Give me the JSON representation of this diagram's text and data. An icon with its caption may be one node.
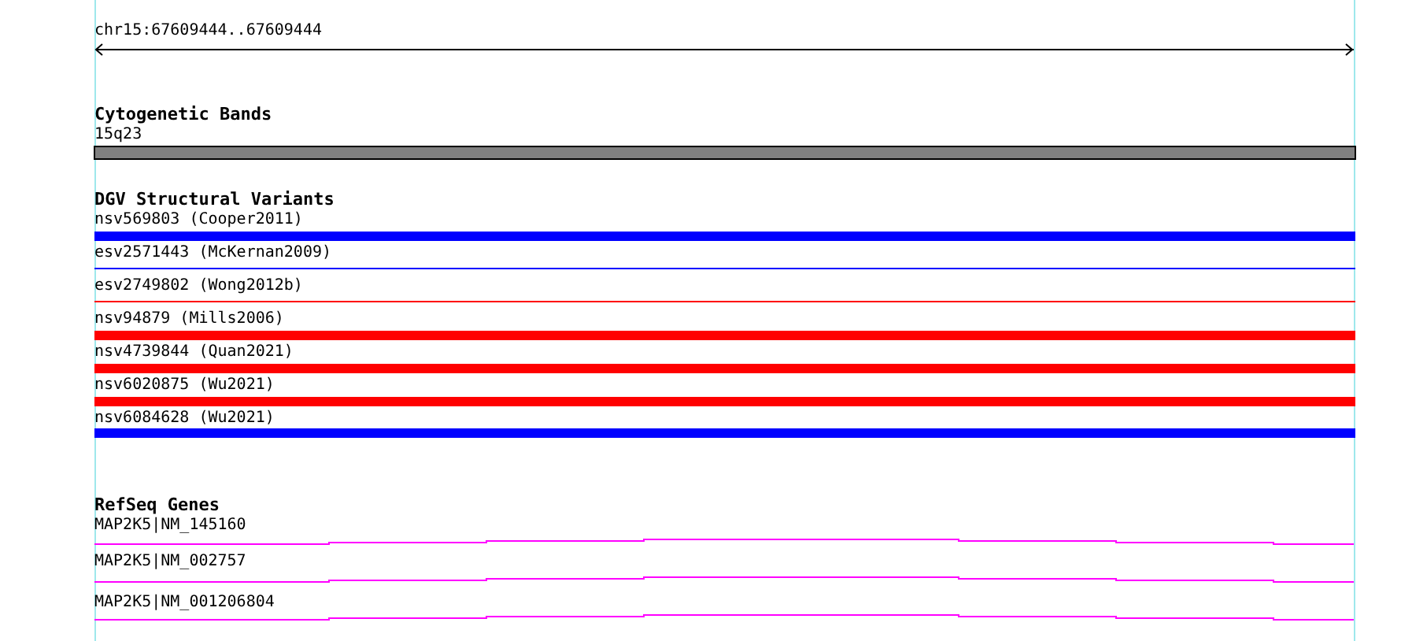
{
  "diagram": {
    "labels": [
      "chr15:67609444..67609444",
      "Cytogenetic Bands",
      "15q23",
      "DGV Structural Variants",
      "nsv569803 (Cooper2011)",
      "esv2571443 (McKernan2009)",
      "esv2749802 (Wong2012b)",
      "nsv94879 (Mills2006)",
      "nsv4739844 (Quan2021)",
      "nsv6020875 (Wu2021)",
      "nsv6084628 (Wu2021)",
      "RefSeq Genes",
      "MAP2K5|NM_145160",
      "MAP2K5|NM_002757",
      "MAP2K5|NM_001206804"
    ]
  }
}
